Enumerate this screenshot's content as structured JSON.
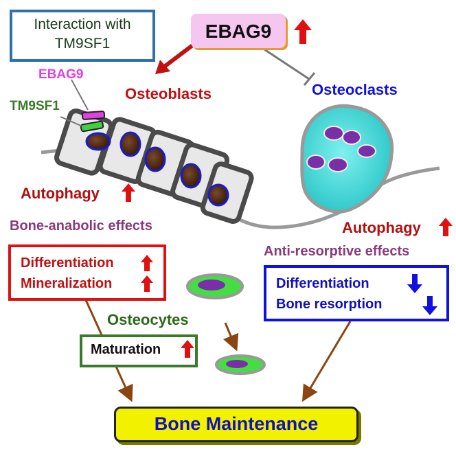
{
  "interaction_box": {
    "line1": "Interaction with",
    "line2": "TM9SF1"
  },
  "ebag9_main": {
    "label": "EBAG9"
  },
  "labels": {
    "osteoblasts": "Osteoblasts",
    "osteoclasts": "Osteoclasts",
    "osteocytes": "Osteocytes",
    "ebag9_small": "EBAG9",
    "tm9sf1_small": "TM9SF1",
    "autophagy_left": "Autophagy",
    "autophagy_right": "Autophagy",
    "bone_anabolic": "Bone-anabolic effects",
    "anti_resorptive": "Anti-resorptive effects"
  },
  "left_box": {
    "line1": "Differentiation",
    "line2": "Mineralization"
  },
  "right_box": {
    "line1": "Differentiation",
    "line2": "Bone resorption"
  },
  "maturation_box": {
    "label": "Maturation"
  },
  "bottom_box": {
    "label": "Bone Maintenance"
  },
  "colors": {
    "red": "#e01010",
    "dark_red": "#b01010",
    "blue": "#1010e0",
    "green": "#3a7a2a",
    "purple": "#8a3a7a",
    "pink_box": "#f5c6f0",
    "yellow": "#f2f200",
    "cell_gray": "#555555",
    "osteoclast_cyan": "#4fd8d8",
    "nucleus_purple": "#7a2fa8",
    "arrow_brown": "#8b4513"
  }
}
